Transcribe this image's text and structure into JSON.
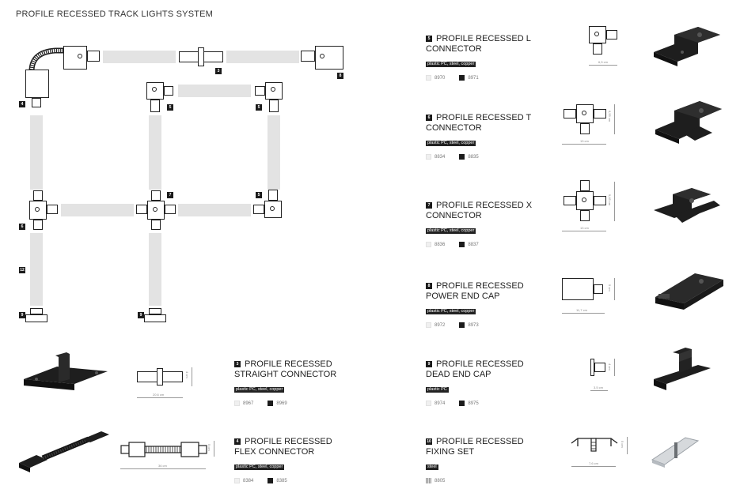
{
  "page": {
    "title": "PROFILE RECESSED TRACK LIGHTS SYSTEM"
  },
  "layout_badges": [
    "3",
    "8",
    "4",
    "5",
    "5",
    "7",
    "5",
    "6",
    "12",
    "9",
    "9"
  ],
  "products": [
    {
      "num": "5",
      "title1": "PROFILE RECESSED L",
      "title2": "CONNECTOR",
      "material": "plastic PC, steel, copper",
      "code_white": "8970",
      "code_black": "8971",
      "dim_w": "6,5 cm",
      "dim_h": ""
    },
    {
      "num": "6",
      "title1": "PROFILE RECESSED T",
      "title2": "CONNECTOR",
      "material": "plastic PC, steel, copper",
      "code_white": "8834",
      "code_black": "8835",
      "dim_w": "13 cm",
      "dim_h": "6,55 cm"
    },
    {
      "num": "7",
      "title1": "PROFILE RECESSED X",
      "title2": "CONNECTOR",
      "material": "plastic PC, steel, copper",
      "code_white": "8836",
      "code_black": "8837",
      "dim_w": "13 cm",
      "dim_h": "9,45 cm"
    },
    {
      "num": "8",
      "title1": "PROFILE RECESSED",
      "title2": "POWER END CAP",
      "material": "plastic PC, steel, copper",
      "code_white": "8972",
      "code_black": "8973",
      "dim_w": "11,7 cm",
      "dim_h": "5 cm"
    },
    {
      "num": "9",
      "title1": "PROFILE RECESSED",
      "title2": "DEAD END CAP",
      "material": "plastic PC",
      "code_white": "8974",
      "code_black": "8975",
      "dim_w": "3,5 cm",
      "dim_h": "4 cm"
    },
    {
      "num": "10",
      "title1": "PROFILE RECESSED",
      "title2": "FIXING SET",
      "material": "steel",
      "code_steel": "8805",
      "dim_w": "7,6 cm",
      "dim_h": "5 cm"
    },
    {
      "num": "3",
      "title1": "PROFILE RECESSED",
      "title2": "STRAIGHT CONNECTOR",
      "material": "plastic PC, steel, copper",
      "code_white": "8967",
      "code_black": "8969",
      "dim_w": "20,6 cm",
      "dim_h": "4 cm"
    },
    {
      "num": "4",
      "title1": "PROFILE RECESSED",
      "title2": "FLEX CONNECTOR",
      "material": "plastic PC, steel, copper",
      "code_white": "8384",
      "code_black": "8385",
      "dim_w": "36 cm",
      "dim_h": "5 cm"
    }
  ],
  "colors": {
    "badge": "#1b1b1b",
    "track": "#e3e3e3",
    "swatch_white": "#f0f0f0",
    "swatch_black": "#1b1b1b"
  },
  "icons": [
    "layout-diagram",
    "connector-line-drawing",
    "product-photo"
  ]
}
